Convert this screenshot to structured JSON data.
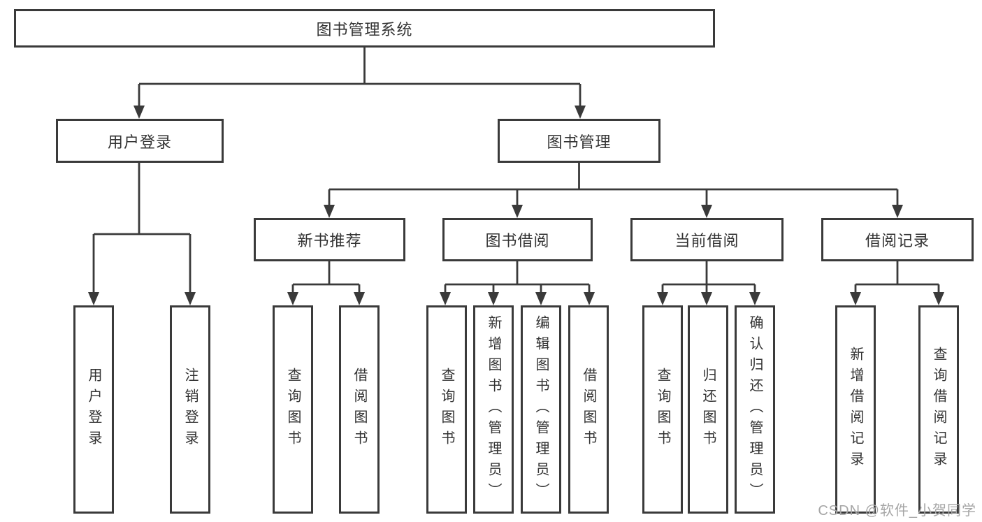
{
  "colors": {
    "line": "#3a3a3a",
    "text": "#333333",
    "box_background": "#ffffff",
    "watermark": "#a6a6a6"
  },
  "watermark": {
    "text": "CSDN @软件_小贺同学"
  },
  "diagram": {
    "type": "tree",
    "root": {
      "label": "图书管理系统"
    },
    "branches": [
      {
        "label": "用户登录",
        "children": [
          {
            "label": "用户登录"
          },
          {
            "label": "注销登录"
          }
        ]
      },
      {
        "label": "图书管理",
        "children": [
          {
            "label": "新书推荐",
            "children": [
              {
                "label": "查询图书"
              },
              {
                "label": "借阅图书"
              }
            ]
          },
          {
            "label": "图书借阅",
            "children": [
              {
                "label": "查询图书"
              },
              {
                "label": "新增图书（管理员）"
              },
              {
                "label": "编辑图书（管理员）"
              },
              {
                "label": "借阅图书"
              }
            ]
          },
          {
            "label": "当前借阅",
            "children": [
              {
                "label": "查询图书"
              },
              {
                "label": "归还图书"
              },
              {
                "label": "确认归还（管理员）"
              }
            ]
          },
          {
            "label": "借阅记录",
            "children": [
              {
                "label": "新增借阅记录"
              },
              {
                "label": "查询借阅记录"
              }
            ]
          }
        ]
      }
    ]
  }
}
